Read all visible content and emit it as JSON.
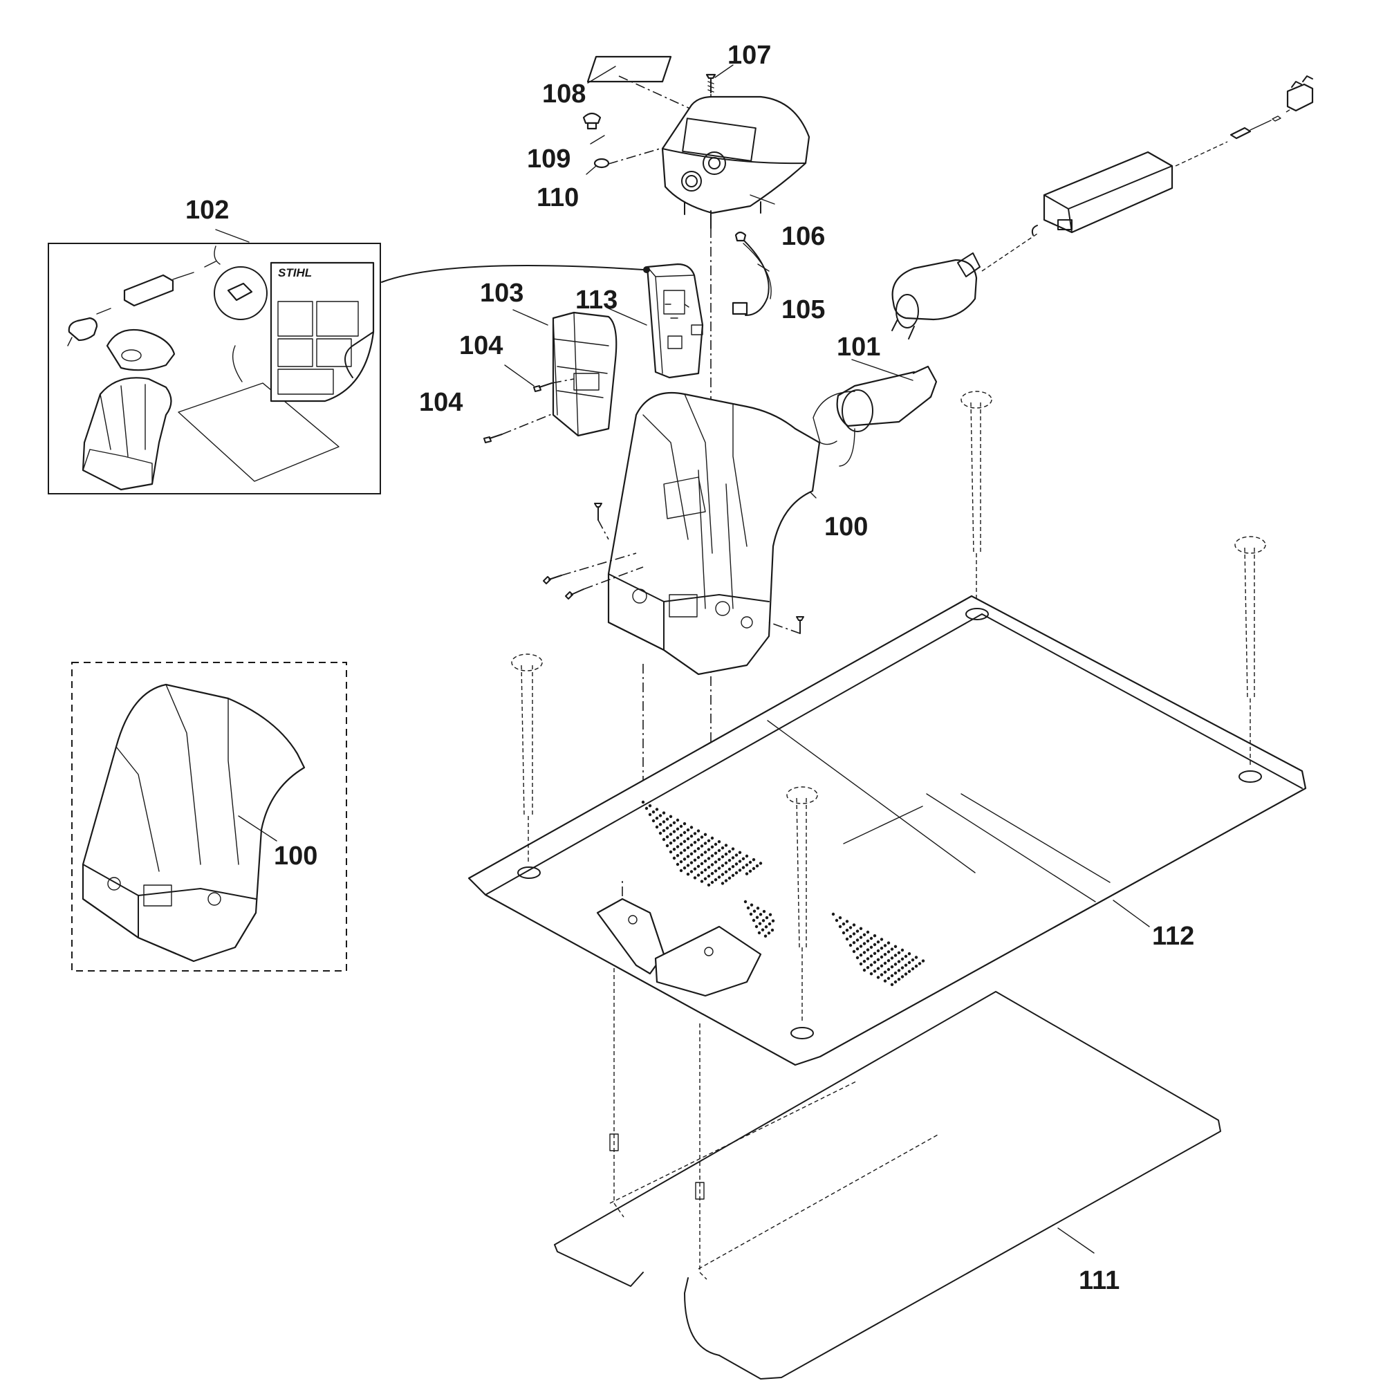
{
  "diagram": {
    "brand_label": "STIHL",
    "callouts": {
      "c100_main": "100",
      "c100_inset": "100",
      "c101": "101",
      "c102": "102",
      "c103": "103",
      "c104_a": "104",
      "c104_b": "104",
      "c105": "105",
      "c106": "106",
      "c107": "107",
      "c108": "108",
      "c109": "109",
      "c110": "110",
      "c111": "111",
      "c112": "112",
      "c113": "113"
    }
  }
}
